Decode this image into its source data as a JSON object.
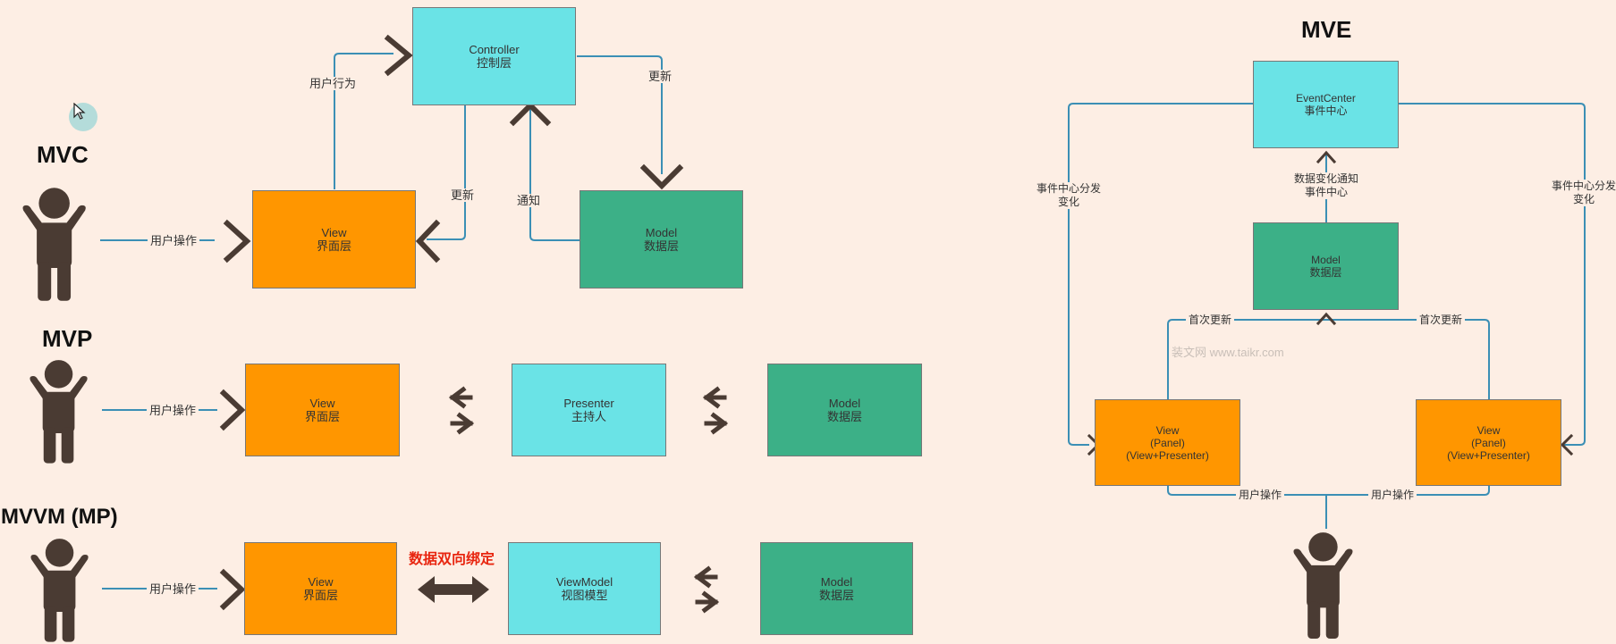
{
  "colors": {
    "orange": "#ff9600",
    "cyan": "#6ae3e6",
    "green": "#3cb087",
    "line": "#3b8fb5",
    "arrow": "#4a3b33",
    "figure": "#4a3b33",
    "red": "#e8250f",
    "background": "#fdeee4"
  },
  "mvc": {
    "title": "MVC",
    "controller": {
      "l1": "Controller",
      "l2": "控制层"
    },
    "view": {
      "l1": "View",
      "l2": "界面层"
    },
    "model": {
      "l1": "Model",
      "l2": "数据层"
    },
    "user_action": "用户操作",
    "user_behavior": "用户行为",
    "update_model": "更新",
    "update_view": "更新",
    "notify": "通知"
  },
  "mvp": {
    "title": "MVP",
    "view": {
      "l1": "View",
      "l2": "界面层"
    },
    "presenter": {
      "l1": "Presenter",
      "l2": "主持人"
    },
    "model": {
      "l1": "Model",
      "l2": "数据层"
    },
    "user_action": "用户操作"
  },
  "mvvm": {
    "title": "MVVM (MP)",
    "view": {
      "l1": "View",
      "l2": "界面层"
    },
    "viewmodel": {
      "l1": "ViewModel",
      "l2": "视图模型"
    },
    "model": {
      "l1": "Model",
      "l2": "数据层"
    },
    "user_action": "用户操作",
    "binding": "数据双向绑定"
  },
  "mve": {
    "title": "MVE",
    "eventcenter": {
      "l1": "EventCenter",
      "l2": "事件中心"
    },
    "model": {
      "l1": "Model",
      "l2": "数据层"
    },
    "view_left": {
      "l1": "View",
      "l2": "(Panel)",
      "l3": "(View+Presenter)"
    },
    "view_right": {
      "l1": "View",
      "l2": "(Panel)",
      "l3": "(View+Presenter)"
    },
    "dispatch_left": {
      "l1": "事件中心分发",
      "l2": "变化"
    },
    "dispatch_right": {
      "l1": "事件中心分发",
      "l2": "变化"
    },
    "data_change": {
      "l1": "数据变化通知",
      "l2": "事件中心"
    },
    "first_update_left": "首次更新",
    "first_update_right": "首次更新",
    "user_action_left": "用户操作",
    "user_action_right": "用户操作",
    "watermark": "装文网 www.taikr.com"
  }
}
